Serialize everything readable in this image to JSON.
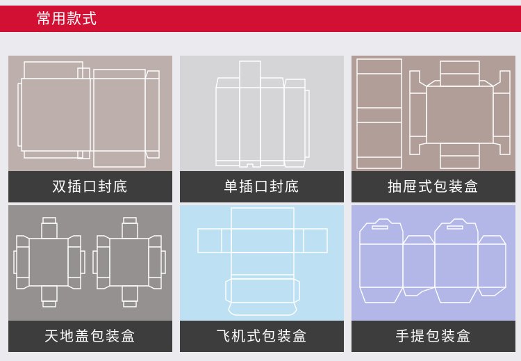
{
  "header": {
    "title": "常用款式",
    "bar_color": "#d11033"
  },
  "tiles": [
    {
      "caption": "双插口封底",
      "bg": "#bdb0ac",
      "icon": "tuck-end-auto-bottom-dieline"
    },
    {
      "caption": "单插口封底",
      "bg": "#d5d5d8",
      "icon": "single-tuck-lock-bottom-dieline"
    },
    {
      "caption": "抽屉式包装盒",
      "bg": "#b19e98",
      "icon": "drawer-box-dieline"
    },
    {
      "caption": "天地盖包装盒",
      "bg": "#959190",
      "icon": "lid-base-box-dieline"
    },
    {
      "caption": "飞机式包装盒",
      "bg": "#bde0f3",
      "icon": "mailer-box-dieline"
    },
    {
      "caption": "手提包装盒",
      "bg": "#b3b7e7",
      "icon": "handle-gift-box-dieline"
    }
  ]
}
